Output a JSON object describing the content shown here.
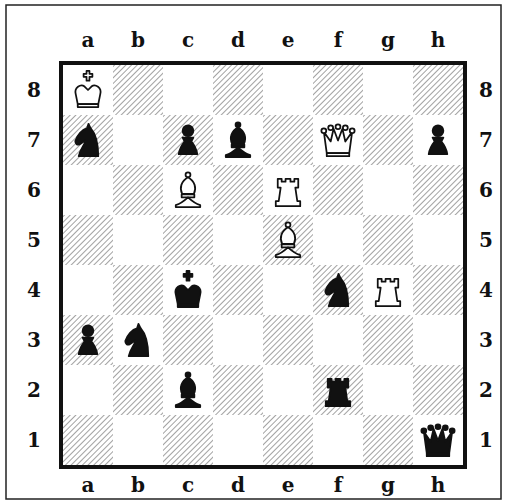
{
  "diagram": {
    "labels": [
      "a",
      "b",
      "c",
      "d",
      "e",
      "f",
      "g",
      "h",
      "8",
      "8",
      "7",
      "7",
      "6",
      "6",
      "5",
      "5",
      "4",
      "4",
      "3",
      "3",
      "2",
      "2",
      "1",
      "1",
      "a",
      "b",
      "c",
      "d",
      "e",
      "f",
      "g",
      "h"
    ]
  }
}
